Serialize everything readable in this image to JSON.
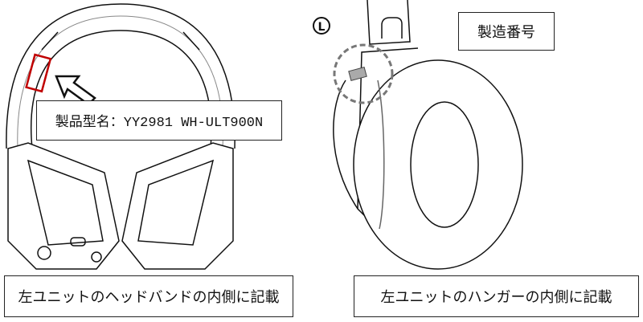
{
  "left_figure": {
    "label_model": "製品型名：YY2981 WH-ULT900N",
    "caption": "左ユニットのヘッドバンドの内側に記載",
    "highlight_color": "#c00000"
  },
  "right_figure": {
    "side_marker": "L",
    "label_serial": "製造番号",
    "caption": "左ユニットのハンガーの内側に記載"
  }
}
